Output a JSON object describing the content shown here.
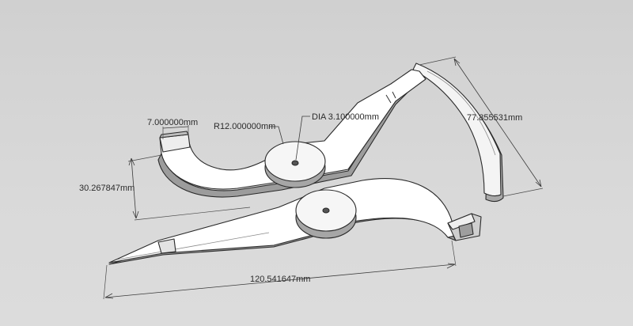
{
  "dimensions": {
    "overall_length": "120.541647mm",
    "jaw_height": "30.267847mm",
    "tip_width": "7.000000mm",
    "pivot_radius": "R12.000000mm",
    "pivot_hole": "DIA 3.100000mm",
    "arc_chord": "77.855531mm"
  },
  "colors": {
    "background": "#d6d6d6",
    "part_face": "#ffffff",
    "part_side": "#b8b8b8",
    "part_shadow": "#9a9a9a",
    "dimension": "#3a3a3a"
  }
}
